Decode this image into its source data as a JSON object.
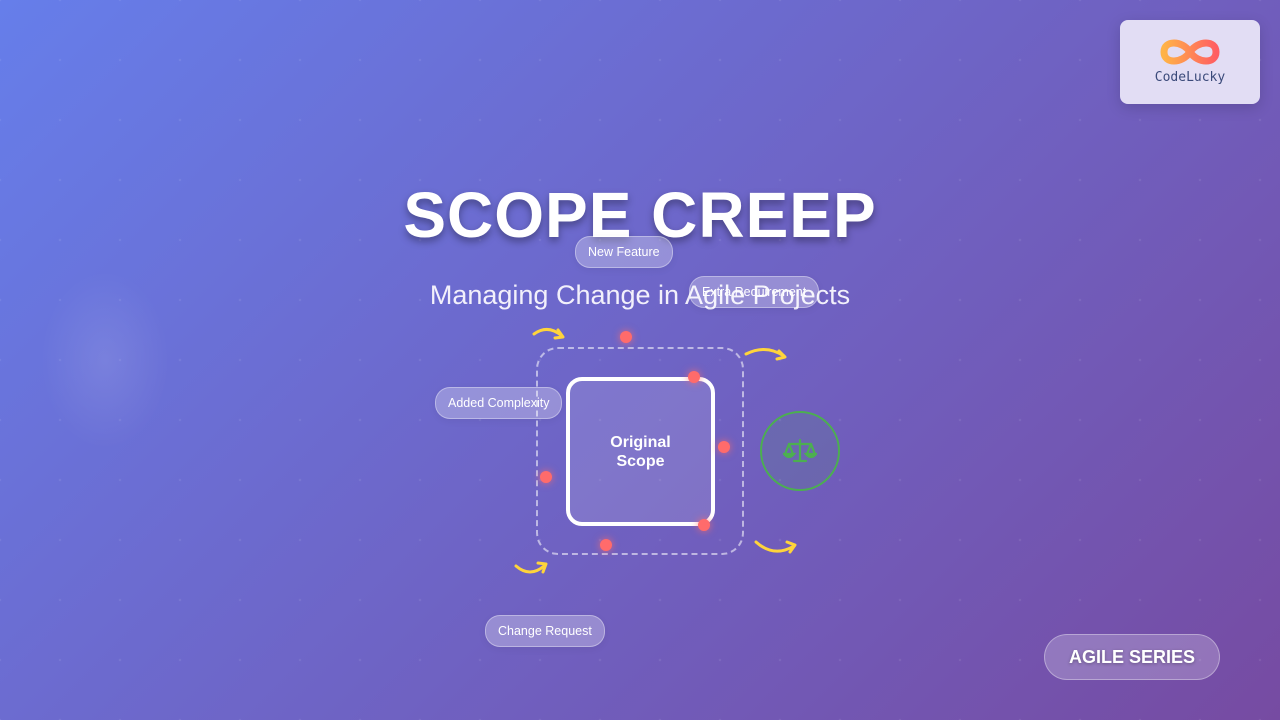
{
  "logo": {
    "text": "CodeLucky"
  },
  "hero": {
    "title": "SCOPE CREEP",
    "subtitle": "Managing Change in Agile Projects"
  },
  "tags": {
    "new_feature": "New Feature",
    "extra_requirement": "Extra Requirement",
    "added_complexity": "Added Complexity",
    "change_request": "Change Request"
  },
  "diagram": {
    "original_scope_line1": "Original",
    "original_scope_line2": "Scope",
    "balance_icon": "balance-scale-icon"
  },
  "badge": {
    "label": "AGILE SERIES"
  },
  "colors": {
    "gradient_start": "#667eea",
    "gradient_end": "#764ba2",
    "change_dot": "#ff6b6b",
    "arrow": "#ffd43b",
    "balance": "#4caf50"
  }
}
